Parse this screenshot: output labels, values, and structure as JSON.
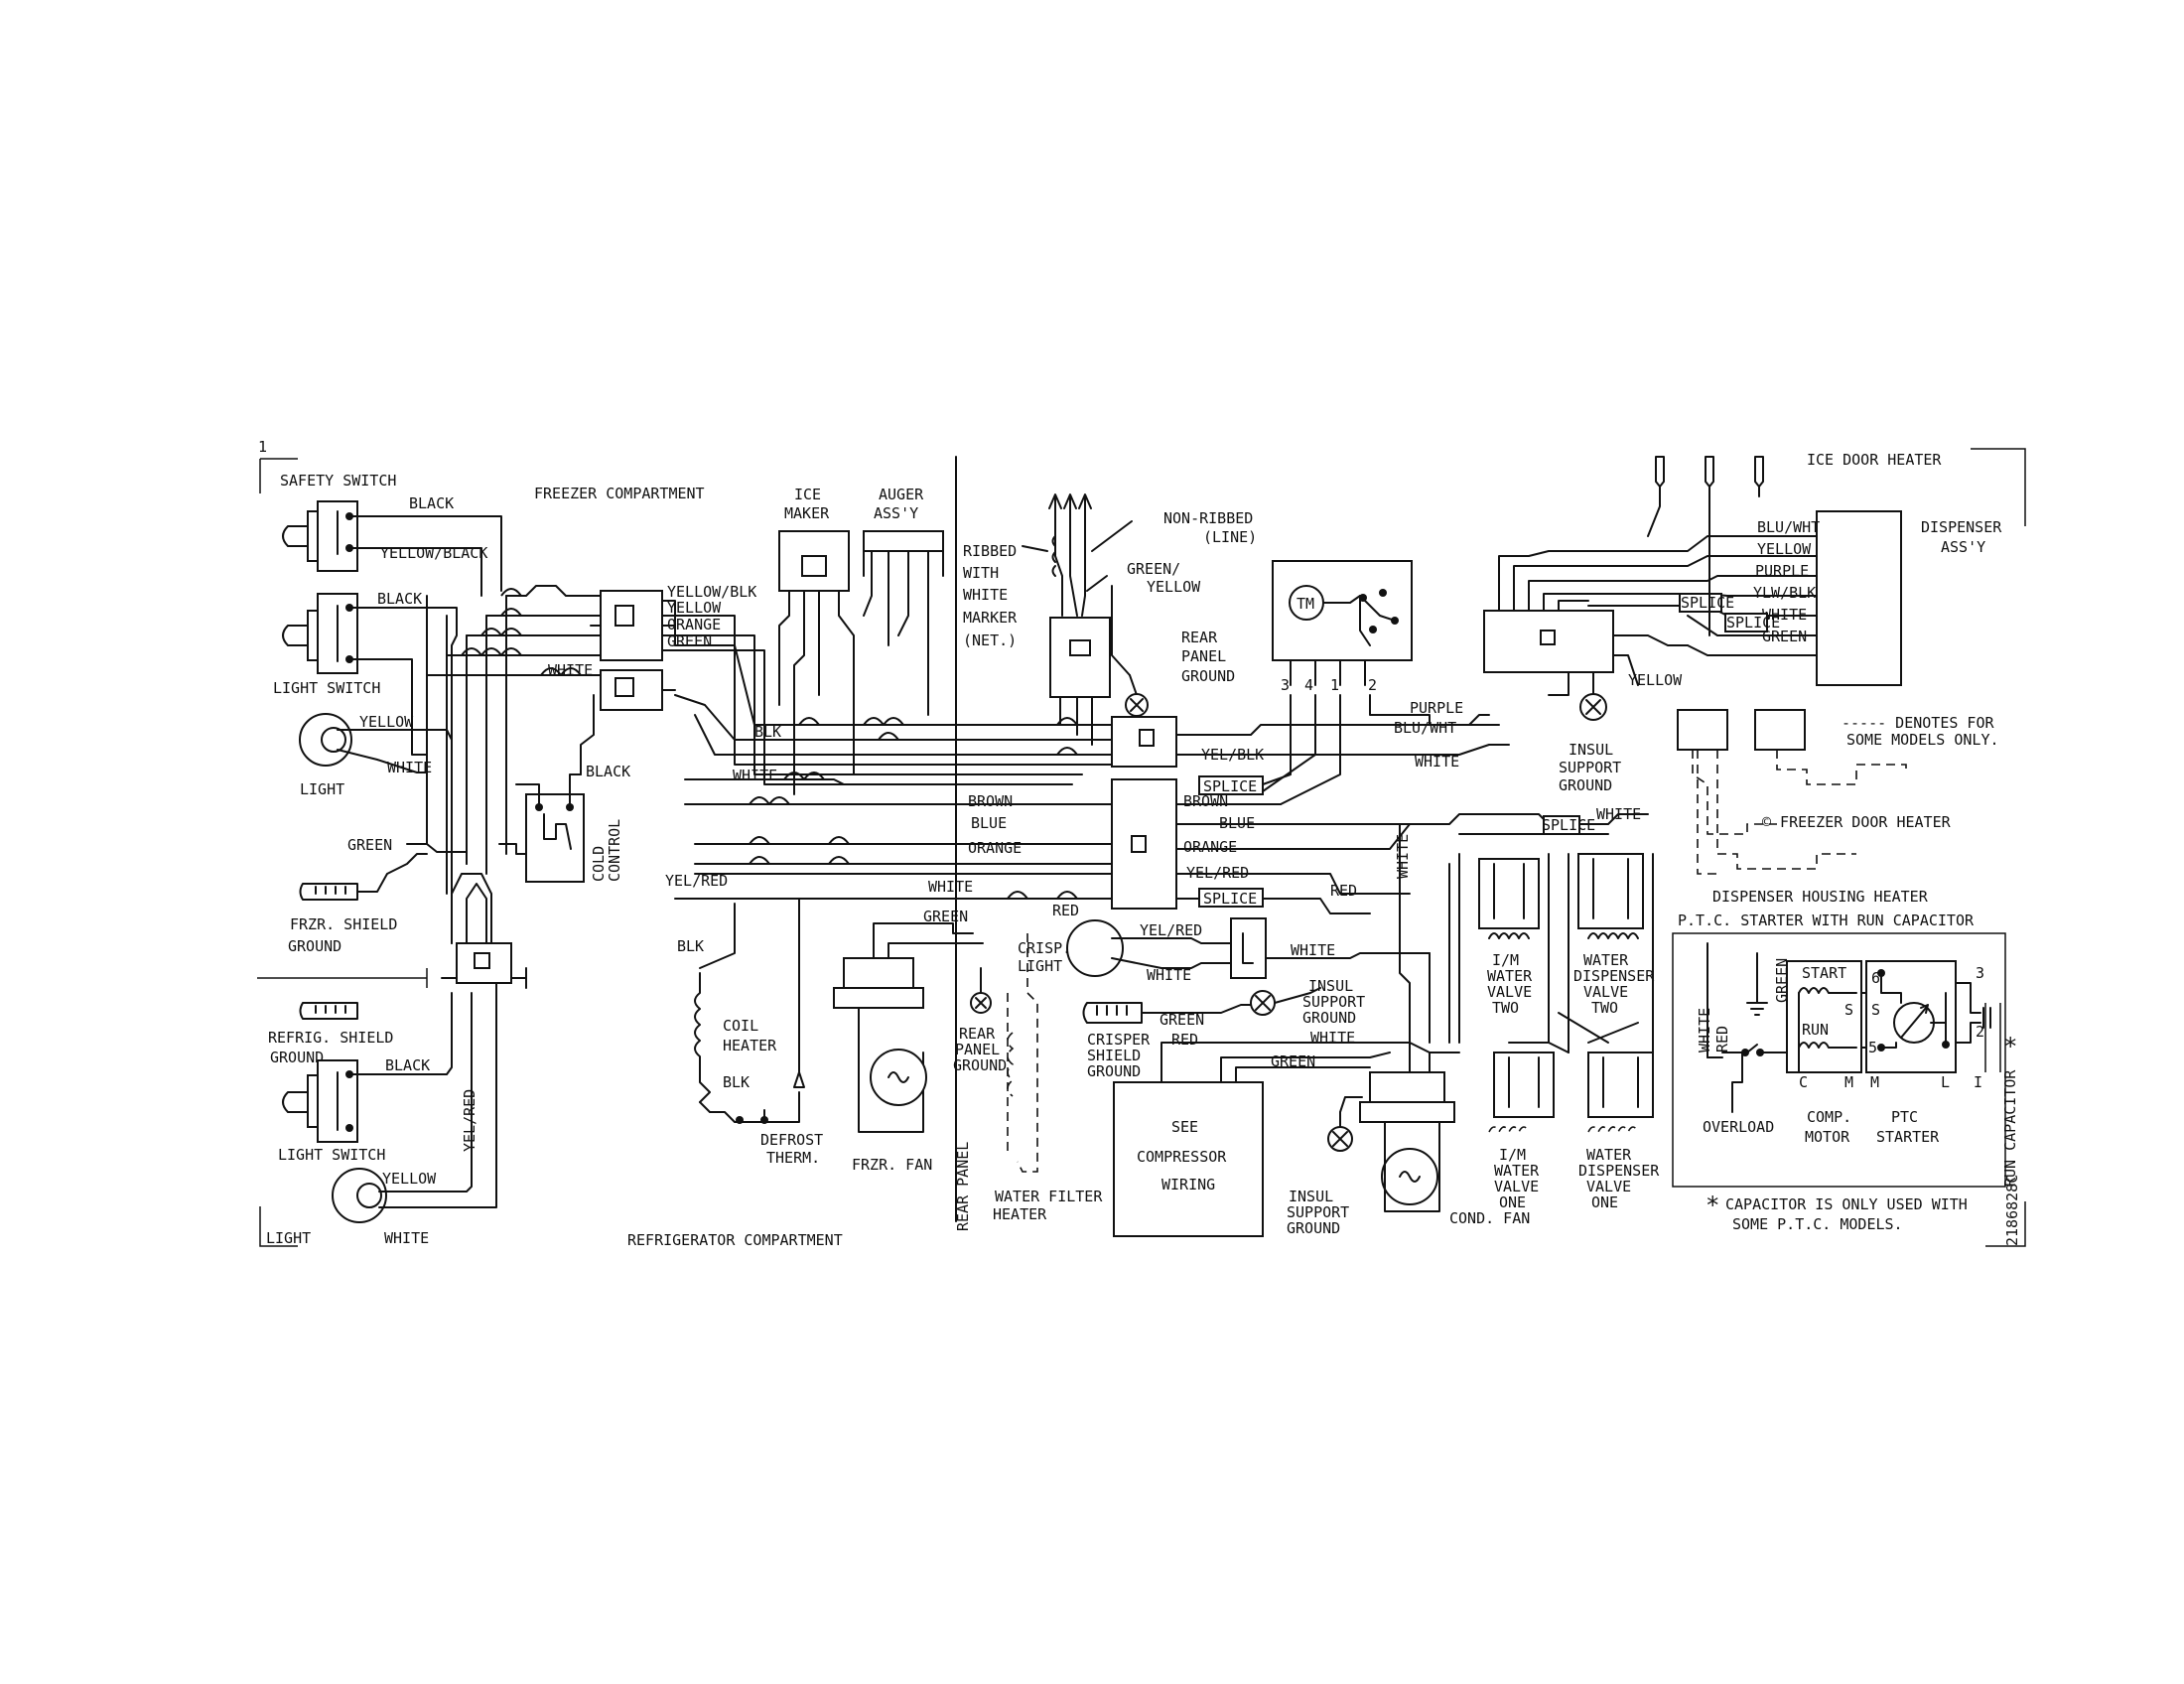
{
  "freezer": {
    "title": "FREEZER COMPARTMENT",
    "safety_switch": "SAFETY SWITCH",
    "light_switch": "LIGHT SWITCH",
    "light": "LIGHT",
    "shield_ground_1": "FRZR. SHIELD",
    "shield_ground_2": "GROUND",
    "cold_control_1": "COLD",
    "cold_control_2": "CONTROL",
    "ice_maker_1": "ICE",
    "ice_maker_2": "MAKER",
    "auger_1": "AUGER",
    "auger_2": "ASS'Y",
    "coil_heater_1": "COIL",
    "coil_heater_2": "HEATER",
    "defrost_therm_1": "DEFROST",
    "defrost_therm_2": "THERM.",
    "frzr_fan": "FRZR. FAN",
    "rear_panel_ground_1": "REAR",
    "rear_panel_ground_2": "PANEL",
    "rear_panel_ground_3": "GROUND"
  },
  "refrigerator": {
    "title": "REFRIGERATOR COMPARTMENT",
    "shield_ground_1": "REFRIG. SHIELD",
    "shield_ground_2": "GROUND",
    "light_switch": "LIGHT SWITCH",
    "light": "LIGHT",
    "rear_panel": "REAR PANEL",
    "water_filter_1": "WATER FILTER",
    "water_filter_2": "HEATER",
    "crisp_light_1": "CRISP.",
    "crisp_light_2": "LIGHT",
    "crisper_shield_1": "CRISPER",
    "crisper_shield_2": "SHIELD",
    "crisper_shield_3": "GROUND"
  },
  "line_cord": {
    "ribbed_1": "RIBBED",
    "ribbed_2": "WITH",
    "ribbed_3": "WHITE",
    "ribbed_4": "MARKER",
    "ribbed_5": "(NET.)",
    "non_ribbed_1": "NON-RIBBED",
    "non_ribbed_2": "(LINE)",
    "green_yellow_1": "GREEN/",
    "green_yellow_2": "YELLOW",
    "rear_ground_1": "REAR",
    "rear_ground_2": "PANEL",
    "rear_ground_3": "GROUND"
  },
  "timer": {
    "tm": "TM",
    "t3": "3",
    "t4": "4",
    "t1": "1",
    "t2": "2"
  },
  "wires": {
    "black": "BLACK",
    "yellow_black": "YELLOW/BLACK",
    "black2": "BLACK",
    "yellow": "YELLOW",
    "white": "WHITE",
    "black_cc": "BLACK",
    "green": "GREEN",
    "yel_blk_im": "YELLOW/BLK",
    "yellow_im": "YELLOW",
    "orange_im": "ORANGE",
    "green_im": "GREEN",
    "white_im": "WHITE",
    "blk": "BLK",
    "white_mid": "WHITE",
    "yel_red": "YEL/RED",
    "blk_coil": "BLK",
    "blk_coil2": "BLK",
    "white_lower": "WHITE",
    "green_fan": "GREEN",
    "brown": "BROWN",
    "blue": "BLUE",
    "orange": "ORANGE",
    "red": "RED",
    "yel_blk": "YEL/BLK",
    "brown_r": "BROWN",
    "blue_r": "BLUE",
    "orange_r": "ORANGE",
    "yel_red_r": "YEL/RED",
    "red_r": "RED",
    "purple": "PURPLE",
    "blu_wht": "BLU/WHT",
    "white_r": "WHITE",
    "white_v": "WHITE",
    "white_splice": "WHITE",
    "yellow_disp": "YELLOW",
    "yel_red_crisp": "YEL/RED",
    "white_crisp": "WHITE",
    "white_crisp2": "WHITE",
    "green_crisp": "GREEN",
    "red_comp": "RED",
    "white_comp": "WHITE",
    "green_comp": "GREEN",
    "black_rl": "BLACK",
    "yellow_rl": "YELLOW",
    "white_rl": "WHITE",
    "yel_red_v": "YEL/RED",
    "disp_blu_wht": "BLU/WHT",
    "disp_yellow": "YELLOW",
    "disp_purple": "PURPLE",
    "disp_ylw_blk": "YLW/BLK",
    "disp_white": "WHITE",
    "disp_green": "GREEN"
  },
  "connectors": {
    "splice_1": "SPLICE",
    "splice_2": "SPLICE",
    "splice_3": "SPLICE",
    "splice_4": "SPLICE",
    "splice_5": "SPLICE"
  },
  "compressor": {
    "see_1": "SEE",
    "see_2": "COMPRESSOR",
    "see_3": "WIRING",
    "insul_1": "INSUL",
    "insul_2": "SUPPORT",
    "insul_3": "GROUND",
    "insul_b1": "INSUL",
    "insul_b2": "SUPPORT",
    "insul_b3": "GROUND",
    "insul_c1": "INSUL",
    "insul_c2": "SUPPORT",
    "insul_c3": "GROUND",
    "cond_fan": "COND. FAN"
  },
  "valves": {
    "im_two_1": "I/M",
    "im_two_2": "WATER",
    "im_two_3": "VALVE",
    "im_two_4": "TWO",
    "wd_two_1": "WATER",
    "wd_two_2": "DISPENSER",
    "wd_two_3": "VALVE",
    "wd_two_4": "TWO",
    "im_one_1": "I/M",
    "im_one_2": "WATER",
    "im_one_3": "VALVE",
    "im_one_4": "ONE",
    "wd_one_1": "WATER",
    "wd_one_2": "DISPENSER",
    "wd_one_3": "VALVE",
    "wd_one_4": "ONE"
  },
  "dispenser": {
    "ice_door_heater": "ICE DOOR HEATER",
    "assy_1": "DISPENSER",
    "assy_2": "ASS'Y",
    "denotes_1": "----- DENOTES FOR",
    "denotes_2": "SOME MODELS ONLY.",
    "freezer_door_heater": "© FREEZER DOOR HEATER",
    "housing_heater": "DISPENSER HOUSING HEATER"
  },
  "ptc": {
    "title": "P.T.C. STARTER WITH RUN CAPACITOR",
    "white": "WHITE",
    "red": "RED",
    "green": "GREEN",
    "start": "START",
    "run": "RUN",
    "s1": "S",
    "m1": "M",
    "c": "C",
    "s2": "S",
    "m2": "M",
    "l": "L",
    "i": "I",
    "n6": "6",
    "n5": "5",
    "n3": "3",
    "n2": "2",
    "overload": "OVERLOAD",
    "comp_motor_1": "COMP.",
    "comp_motor_2": "MOTOR",
    "ptc_starter_1": "PTC",
    "ptc_starter_2": "STARTER",
    "run_cap": "RUN CAPACITOR",
    "star": "*",
    "note_star": "*",
    "note_1": "CAPACITOR IS ONLY USED WITH",
    "note_2": "SOME P.T.C. MODELS."
  },
  "part_number": "2186828C",
  "corner_mark": "1"
}
